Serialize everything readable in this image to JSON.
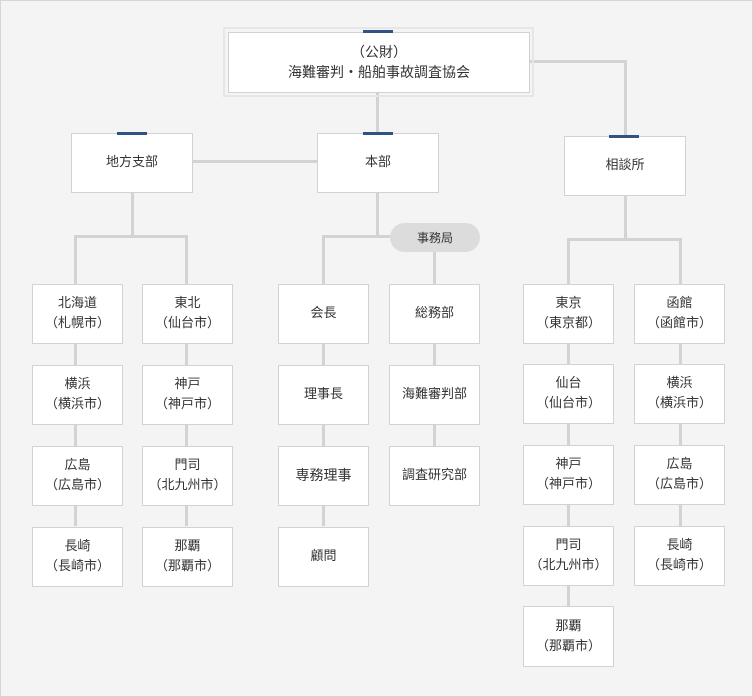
{
  "root": {
    "line1": "（公財）",
    "line2": "海難審判・船舶事故調査協会"
  },
  "branches": {
    "regional": {
      "title": "地方支部",
      "left": [
        {
          "name": "北海道",
          "city": "（札幌市）"
        },
        {
          "name": "横浜",
          "city": "（横浜市）"
        },
        {
          "name": "広島",
          "city": "（広島市）"
        },
        {
          "name": "長崎",
          "city": "（長崎市）"
        }
      ],
      "right": [
        {
          "name": "東北",
          "city": "（仙台市）"
        },
        {
          "name": "神戸",
          "city": "（神戸市）"
        },
        {
          "name": "門司",
          "city": "（北九州市）"
        },
        {
          "name": "那覇",
          "city": "（那覇市）"
        }
      ]
    },
    "hq": {
      "title": "本部",
      "secretariat": "事務局",
      "officers": [
        "会長",
        "理事長",
        "専務理事",
        "顧問"
      ],
      "departments": [
        "総務部",
        "海難審判部",
        "調査研究部"
      ]
    },
    "consult": {
      "title": "相談所",
      "left": [
        {
          "name": "東京",
          "city": "（東京都）"
        },
        {
          "name": "仙台",
          "city": "（仙台市）"
        },
        {
          "name": "神戸",
          "city": "（神戸市）"
        },
        {
          "name": "門司",
          "city": "（北九州市）"
        },
        {
          "name": "那覇",
          "city": "（那覇市）"
        }
      ],
      "right": [
        {
          "name": "函館",
          "city": "（函館市）"
        },
        {
          "name": "横浜",
          "city": "（横浜市）"
        },
        {
          "name": "広島",
          "city": "（広島市）"
        },
        {
          "name": "長崎",
          "city": "（長崎市）"
        }
      ]
    }
  },
  "colors": {
    "background": "#f4f4f4",
    "box": "#ffffff",
    "connector": "#d3d3d3",
    "accent": "#2e5384",
    "pill": "#dcdcdc"
  }
}
